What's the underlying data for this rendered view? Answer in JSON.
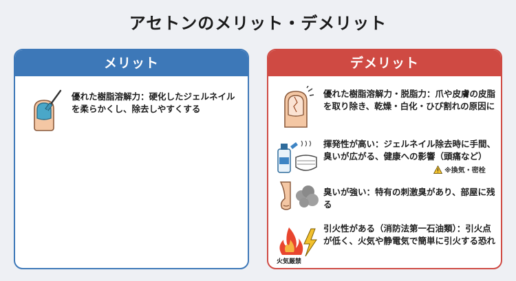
{
  "title": "アセトンのメリット・デメリット",
  "merit": {
    "heading": "メリット",
    "items": [
      {
        "icon": "nail-polish-brush-icon",
        "text": "優れた樹脂溶解力：硬化したジェルネイルを柔らかくし、除去しやすくする"
      }
    ]
  },
  "demerit": {
    "heading": "デメリット",
    "items": [
      {
        "icon": "damaged-nail-finger-icon",
        "text": "優れた樹脂溶解力・脱脂力：爪や皮膚の皮脂を取り除き、乾燥・白化・ひび割れの原因に"
      },
      {
        "icon": "volatile-bottle-mask-icon",
        "text": "揮発性が高い：ジェルネイル除去時に手間、臭いが広がる、健康への影響（頭痛など）",
        "note": "※換気・密栓"
      },
      {
        "icon": "nose-smell-icon",
        "text": "臭いが強い：特有の刺激臭があり、部屋に残る"
      },
      {
        "icon": "fire-lightning-icon",
        "icon_label": "火気厳禁",
        "text": "引火性がある（消防法第一石油類）：引火点が低く、火気や静電気で簡単に引火する恐れ"
      }
    ]
  }
}
